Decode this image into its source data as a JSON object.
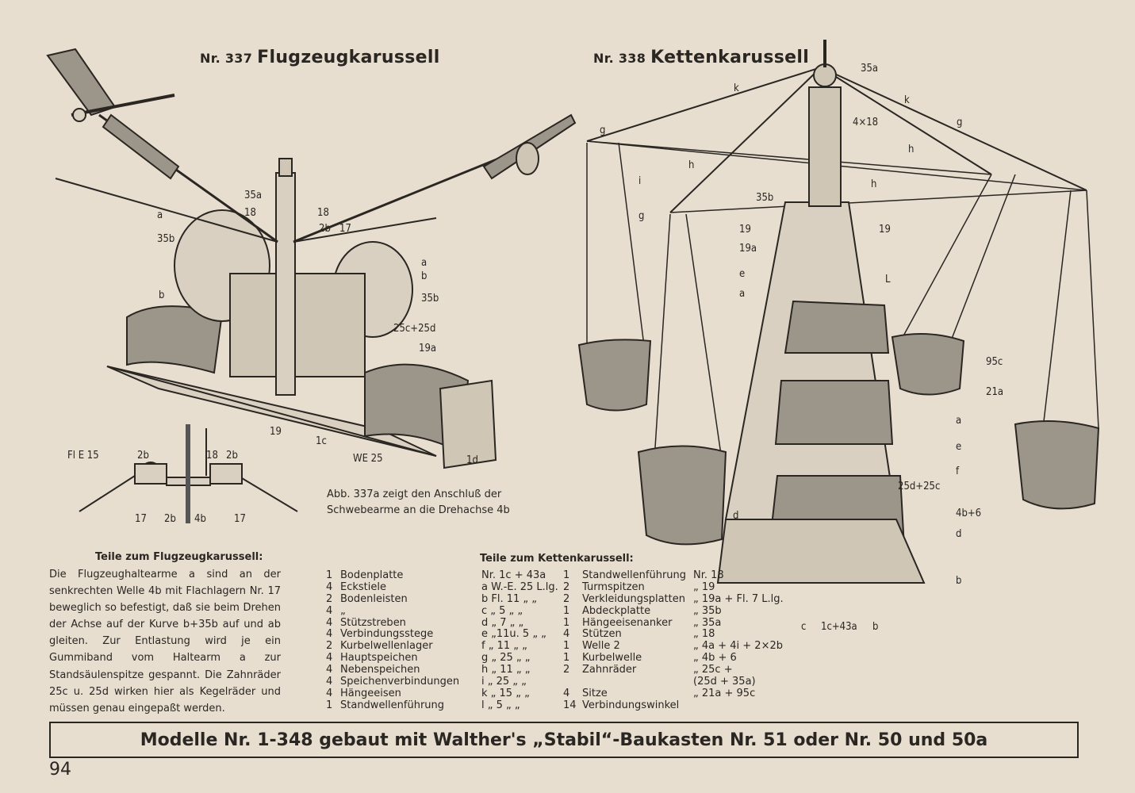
{
  "model_337": {
    "number": "Nr. 337",
    "title": "Flugzeugkarussell",
    "figure_labels": [
      "35a",
      "18",
      "18",
      "2b",
      "17",
      "a",
      "35b",
      "b",
      "a",
      "b",
      "35b",
      "25c+25d",
      "19a",
      "19",
      "1c",
      "WE 25",
      "1d"
    ],
    "detail_labels": [
      "Fl E 15",
      "2b",
      "18",
      "2b",
      "17",
      "2b",
      "4b",
      "17"
    ],
    "caption": "Abb. 337a zeigt den Anschluß der Schwebearme an die Drehachse 4b",
    "parts_heading": "Teile zum Flugzeugkarussell:",
    "description": "Die Flugzeughaltearme a sind an der senkrechten Welle 4b mit Flachlagern Nr. 17 beweglich so befestigt, daß sie beim Drehen der Achse auf der Kurve b+35b auf und ab gleiten. Zur Entlastung wird je ein Gummiband vom Haltearm a zur Standsäulenspitze gespannt. Die Zahnräder 25c u. 25d wirken hier als Kegelräder und müssen genau eingepaßt werden."
  },
  "model_338": {
    "number": "Nr. 338",
    "title": "Kettenkarussell",
    "figure_labels": [
      "35a",
      "k",
      "k",
      "4×18",
      "g",
      "g",
      "h",
      "h",
      "i",
      "35b",
      "h",
      "g",
      "19",
      "19",
      "19a",
      "e",
      "a",
      "L",
      "95c",
      "21a",
      "a",
      "e",
      "f",
      "25d+25c",
      "4b+6",
      "d",
      "d",
      "b",
      "c",
      "1c+43a",
      "b"
    ],
    "parts_heading": "Teile zum Kettenkarussell:",
    "parts_left": [
      {
        "qty": "1",
        "name": "Bodenplatte",
        "ref": "Nr. 1c + 43a"
      },
      {
        "qty": "4",
        "name": "Eckstiele",
        "ref": "a W.-E. 25 L.lg."
      },
      {
        "qty": "2",
        "name": "Bodenleisten",
        "ref": "b Fl. 11 „ „"
      },
      {
        "qty": "4",
        "name": "„",
        "ref": "c „ 5 „ „"
      },
      {
        "qty": "4",
        "name": "Stützstreben",
        "ref": "d „ 7 „ „"
      },
      {
        "qty": "4",
        "name": "Verbindungsstege",
        "ref": "e „11u. 5 „ „"
      },
      {
        "qty": "2",
        "name": "Kurbelwellenlager",
        "ref": "f „ 11 „ „"
      },
      {
        "qty": "4",
        "name": "Hauptspeichen",
        "ref": "g „ 25 „ „"
      },
      {
        "qty": "4",
        "name": "Nebenspeichen",
        "ref": "h „ 11 „ „"
      },
      {
        "qty": "4",
        "name": "Speichenverbindungen",
        "ref": "i „ 25 „ „"
      },
      {
        "qty": "4",
        "name": "Hängeeisen",
        "ref": "k „ 15 „ „"
      },
      {
        "qty": "1",
        "name": "Standwellenführung",
        "ref": "l „ 5 „ „"
      }
    ],
    "parts_right": [
      {
        "qty": "1",
        "name": "Standwellenführung",
        "ref": "Nr. 18"
      },
      {
        "qty": "2",
        "name": "Turmspitzen",
        "ref": "„ 19"
      },
      {
        "qty": "2",
        "name": "Verkleidungsplatten",
        "ref": "„ 19a + Fl. 7 L.lg."
      },
      {
        "qty": "1",
        "name": "Abdeckplatte",
        "ref": "„ 35b"
      },
      {
        "qty": "1",
        "name": "Hängeeisenanker",
        "ref": "„ 35a"
      },
      {
        "qty": "4",
        "name": "Stützen",
        "ref": "„ 18"
      },
      {
        "qty": "1",
        "name": "Welle 2",
        "ref": "„ 4a + 4i + 2×2b"
      },
      {
        "qty": "1",
        "name": "Kurbelwelle",
        "ref": "„ 4b + 6"
      },
      {
        "qty": "2",
        "name": "Zahnräder",
        "ref": "„ 25c +"
      },
      {
        "qty": "",
        "name": "",
        "ref": "(25d + 35a)"
      },
      {
        "qty": "4",
        "name": "Sitze",
        "ref": "„ 21a + 95c"
      },
      {
        "qty": "14",
        "name": "Verbindungswinkel",
        "ref": ""
      }
    ]
  },
  "footer_banner": "Modelle Nr. 1-348 gebaut mit Walther's „Stabil“-Baukasten Nr. 51 oder Nr. 50 und 50a",
  "page_number": "94"
}
